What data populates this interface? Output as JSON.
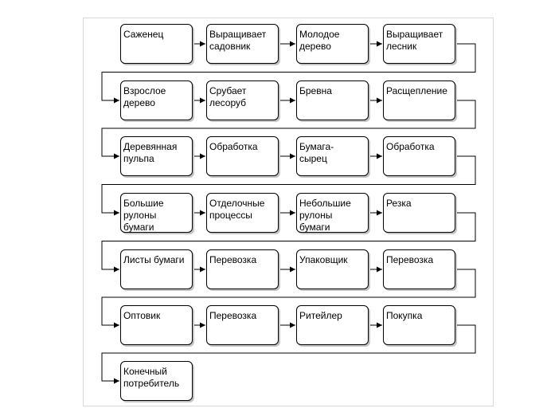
{
  "diagram": {
    "rows": [
      [
        "Саженец",
        "Выращивает\nсадовник",
        "Молодое\nдерево",
        "Выращивает\nлесник"
      ],
      [
        "Взрослое\nдерево",
        "Срубает\nлесоруб",
        "Бревна",
        "Расщепление"
      ],
      [
        "Деревянная\nпульпа",
        "Обработка",
        "Бумага-\nсырец",
        "Обработка"
      ],
      [
        "Большие\nрулоны\nбумаги",
        "Отделочные\nпроцессы",
        "Небольшие\nрулоны\nбумаги",
        "Резка"
      ],
      [
        "Листы бумаги",
        "Перевозка",
        "Упаковщик",
        "Перевозка"
      ],
      [
        "Оптовик",
        "Перевозка",
        "Ритейлер",
        "Покупка"
      ],
      [
        "Конечный\nпотребитель"
      ]
    ],
    "line_color": "#000000",
    "shadow_color": "#c4c4c4",
    "frame_color": "#d8d8d8"
  }
}
